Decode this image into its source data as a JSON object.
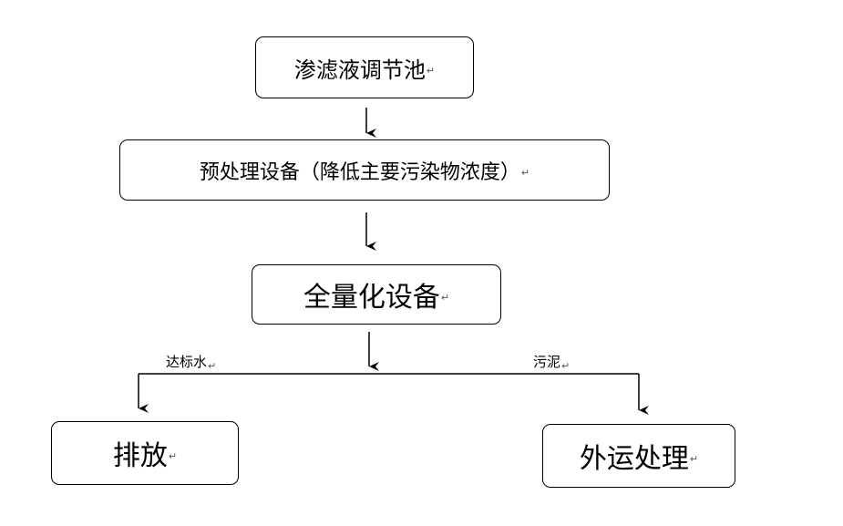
{
  "diagram": {
    "nodes": {
      "leachate_pool": {
        "label": "渗滤液调节池",
        "mark": "↵"
      },
      "pretreatment": {
        "label": "预处理设备（降低主要污染物浓度）",
        "mark": "↵"
      },
      "full_treatment": {
        "label": "全量化设备",
        "mark": "↵"
      },
      "discharge": {
        "label": "排放",
        "mark": "↵"
      },
      "offsite": {
        "label": "外运处理",
        "mark": "↵"
      }
    },
    "edge_labels": {
      "standard_water": {
        "text": "达标水",
        "mark": "↵"
      },
      "sludge": {
        "text": "污泥",
        "mark": "↵"
      }
    },
    "colors": {
      "line": "#000000",
      "box_border": "#000000",
      "background": "#ffffff"
    }
  }
}
